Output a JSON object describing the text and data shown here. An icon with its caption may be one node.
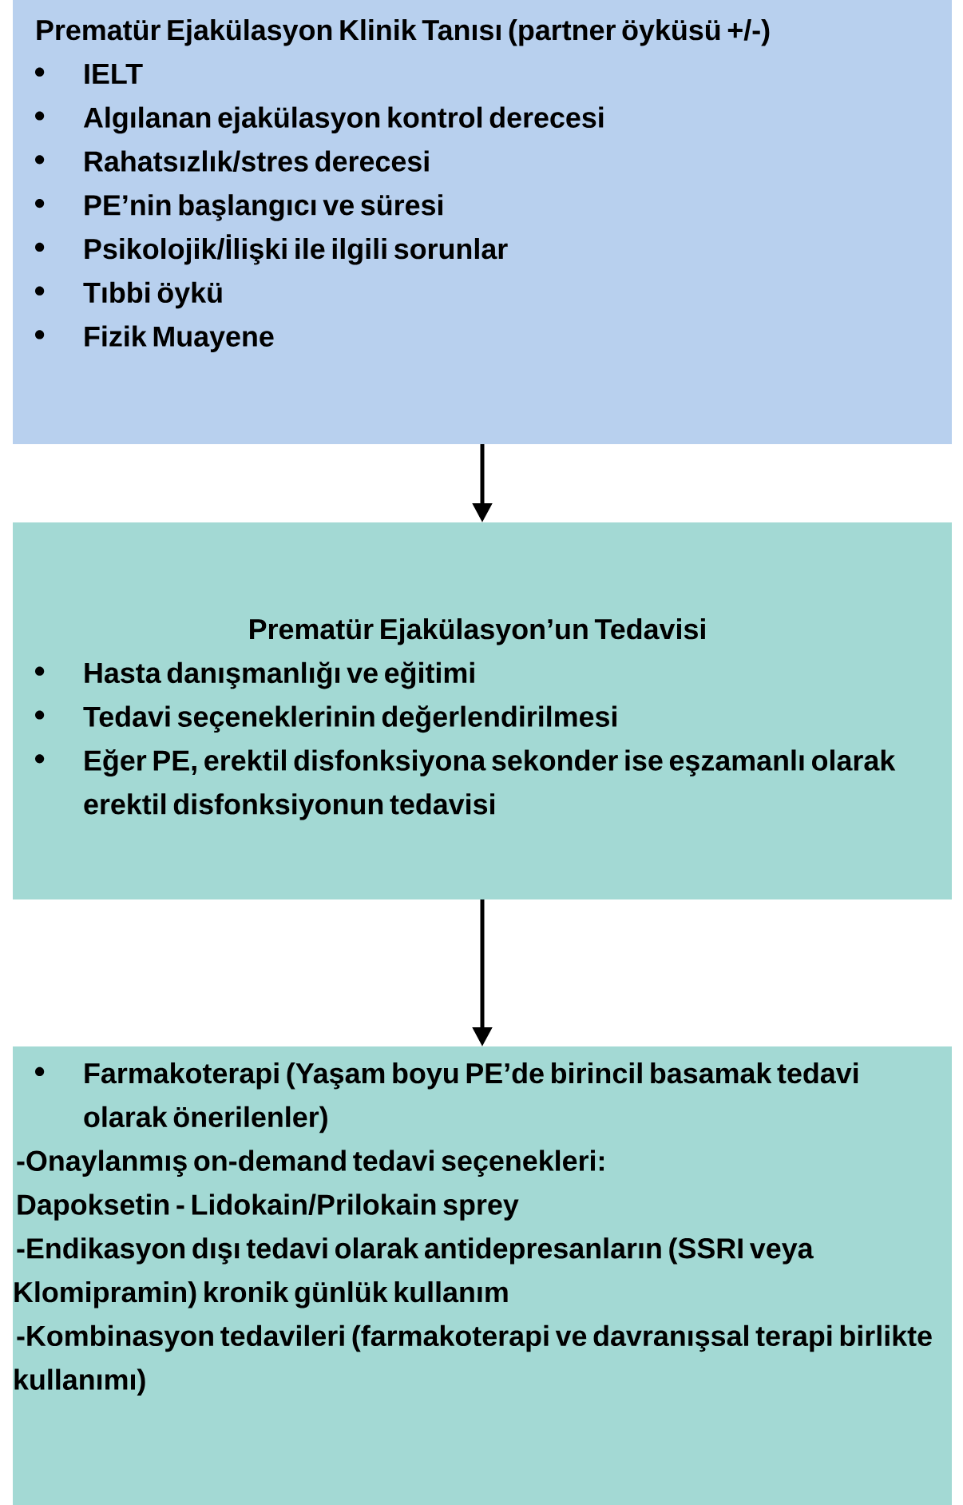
{
  "diagram": {
    "nodes": [
      {
        "text": [
          "Prematür Ejakülasyon Klinik Tanısı (partner öyküsü +/-)",
          "IELT",
          "Algılanan ejakülasyon kontrol derecesi",
          "Rahatsızlık/stres derecesi",
          "PE’nin başlangıcı ve süresi",
          "Psikolojik/İlişki ile ilgili sorunlar",
          "Tıbbi öykü",
          "Fizik Muayene"
        ]
      },
      {
        "text": [
          "Prematür Ejakülasyon’un Tedavisi",
          "Hasta danışmanlığı ve eğitimi",
          "Tedavi seçeneklerinin değerlendirilmesi",
          "Eğer PE, erektil disfonksiyona sekonder ise eşzamanlı olarak erektil disfonksiyonun tedavisi"
        ]
      },
      {
        "text": [
          "Farmakoterapi (Yaşam boyu PE’de birincil basamak tedavi olarak önerilenler)",
          "-Onaylanmış on-demand tedavi seçenekleri:",
          "Dapoksetin - Lidokain/Prilokain sprey",
          "-Endikasyon dışı tedavi olarak antidepresanların (SSRI veya Klomipramin) kronik günlük kullanım",
          "-Kombinasyon tedavileri (farmakoterapi ve davranışsal terapi birlikte kullanımı)"
        ]
      }
    ],
    "edges": [
      {
        "from": 0,
        "to": 1,
        "arrow": "to"
      },
      {
        "from": 1,
        "to": 2,
        "arrow": "to"
      }
    ]
  }
}
